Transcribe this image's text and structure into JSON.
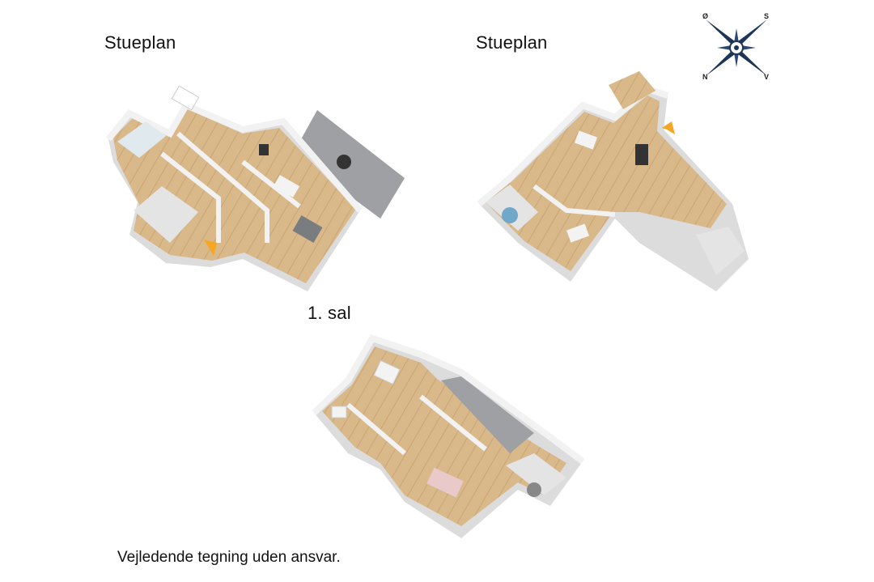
{
  "labels": {
    "left_plan": "Stueplan",
    "right_plan": "Stueplan",
    "upper_floor": "1. sal",
    "disclaimer": "Vejledende tegning uden ansvar."
  },
  "compass": {
    "north": "Ø",
    "east": "S",
    "south": "V",
    "west": "N",
    "color": "#1d3557"
  },
  "colors": {
    "floor_wood": "#d9b88a",
    "wall": "#efefef",
    "terrace": "#9ea0a3",
    "entrance_arrow": "#f5a623"
  },
  "icons": {
    "entrance": "entrance-arrow-icon",
    "compass": "compass-rose-icon"
  }
}
